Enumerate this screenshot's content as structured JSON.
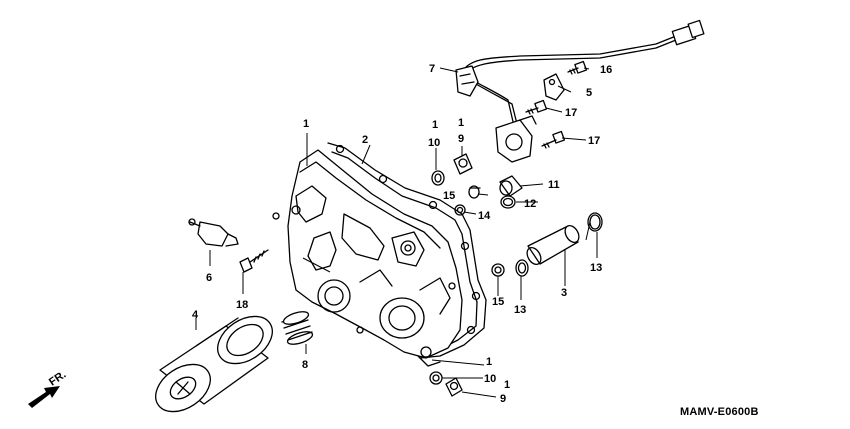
{
  "diagram": {
    "reference_code": "MAMV-E0600B",
    "direction_label": "FR.",
    "callouts": {
      "c1a": "1",
      "c1b": "1",
      "c1c": "1",
      "c1d": "1",
      "c2": "2",
      "c3": "3",
      "c4": "4",
      "c5": "5",
      "c6": "6",
      "c7": "7",
      "c8": "8",
      "c9a": "9",
      "c9b": "9",
      "c10a": "10",
      "c10b": "10",
      "c11": "11",
      "c12": "12",
      "c13a": "13",
      "c13b": "13",
      "c14": "14",
      "c15a": "15",
      "c15b": "15",
      "c16": "16",
      "c17a": "17",
      "c17b": "17",
      "c18": "18"
    }
  }
}
